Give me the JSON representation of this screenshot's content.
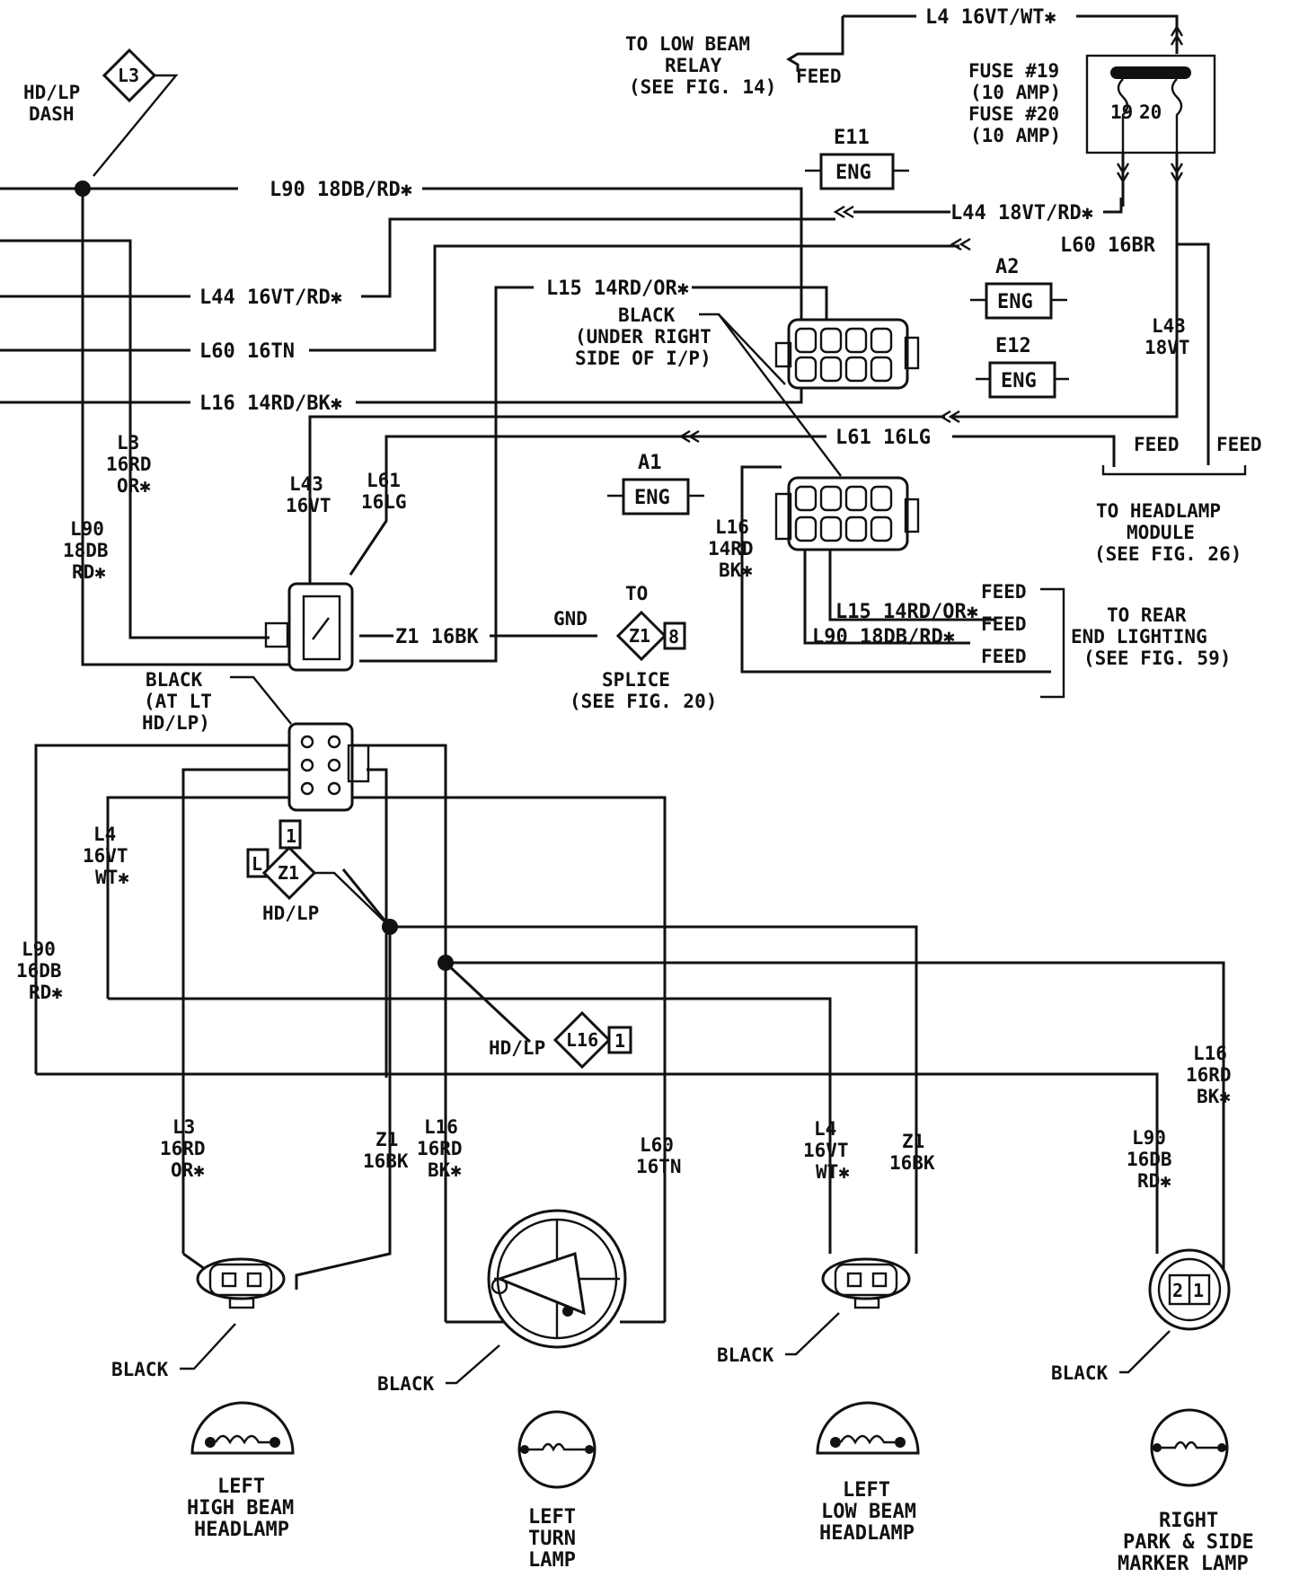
{
  "wires": {
    "l90_dash": "L90 18DB/RD✱",
    "l44_dash": "L44 16VT/RD✱",
    "l60_dash": "L60 16TN",
    "l16_dash": "L16 14RD/BK✱",
    "l15_top": "L15 14RD/OR✱",
    "l4_top": "L4 16VT/WT✱",
    "l44_right": "L44 18VT/RD✱",
    "l60_right": "L60 16BR",
    "l61_mid": "L61 16LG",
    "z1_mid": "Z1 16BK",
    "l15_lower": "L15 14RD/OR✱",
    "l90_lower": "L90 18DB/RD✱"
  },
  "labels": {
    "hdlp_dash": [
      "HD/LP",
      "DASH"
    ],
    "to_low_beam_relay": [
      "TO LOW BEAM",
      "RELAY",
      "(SEE FIG. 14)"
    ],
    "feed": "FEED",
    "fuses": [
      "FUSE #19",
      "(10 AMP)",
      "FUSE #20",
      "(10 AMP)"
    ],
    "fuse_19": "19",
    "fuse_20": "20",
    "black_under_ip": [
      "BLACK",
      "(UNDER RIGHT",
      "SIDE OF I/P)"
    ],
    "l43_18vt": [
      "L43",
      "18VT"
    ],
    "to_headlamp_module": [
      "TO HEADLAMP",
      "MODULE",
      "(SEE FIG. 26)"
    ],
    "to_rear_end_lighting": [
      "TO REAR",
      "END LIGHTING",
      "(SEE FIG. 59)"
    ],
    "l3_16rd_or_upper": [
      "L3",
      "16RD",
      "OR✱"
    ],
    "l90_18db_rd": [
      "L90",
      "18DB",
      "RD✱"
    ],
    "l43_16vt": [
      "L43",
      "16VT"
    ],
    "l61_16lg": [
      "L61",
      "16LG"
    ],
    "l16_14rd_bk": [
      "L16",
      "14RD",
      "BK✱"
    ],
    "gnd": "GND",
    "to": "TO",
    "splice": [
      "SPLICE",
      "(SEE FIG. 20)"
    ],
    "black_at_lt_hdlp": [
      "BLACK",
      "(AT LT",
      "HD/LP)"
    ],
    "l4_16vt_wt_left": [
      "L4",
      "16VT",
      "WT✱"
    ],
    "l90_16db_rd_left": [
      "L90",
      "16DB",
      "RD✱"
    ],
    "hdlp_z1": "HD/LP",
    "hdlp_l16": "HD/LP",
    "l16_16rd_bk_right": [
      "L16",
      "16RD",
      "BK✱"
    ],
    "l3_16rd_or_lower": [
      "L3",
      "16RD",
      "OR✱"
    ],
    "z1_16bk_left": [
      "Z1",
      "16BK"
    ],
    "l16_16rd_bk_center": [
      "L16",
      "16RD",
      "BK✱"
    ],
    "l60_16tn_lower": [
      "L60",
      "16TN"
    ],
    "l4_16vt_wt_right": [
      "L4",
      "16VT",
      "WT✱"
    ],
    "z1_16bk_right": [
      "Z1",
      "16BK"
    ],
    "l90_16db_rd_right": [
      "L90",
      "16DB",
      "RD✱"
    ]
  },
  "components": {
    "eng": "ENG",
    "e11": "E11",
    "a2": "A2",
    "e12": "E12",
    "a1": "A1",
    "splice_l3": "L3",
    "splice_z1": "Z1",
    "splice_z1_lower": "Z1",
    "splice_z1_lower_side": "L",
    "splice_z1_lower_top": "1",
    "splice_l16": "L16",
    "splice_l16_side": "1",
    "splice_gnd_side": "8",
    "marker_pin_2": "2",
    "marker_pin_1": "1"
  },
  "connectors": {
    "black": "BLACK"
  },
  "lamps": {
    "left_high_beam": [
      "LEFT",
      "HIGH BEAM",
      "HEADLAMP"
    ],
    "left_turn": [
      "LEFT",
      "TURN",
      "LAMP"
    ],
    "left_low_beam": [
      "LEFT",
      "LOW BEAM",
      "HEADLAMP"
    ],
    "right_park_marker": [
      "RIGHT",
      "PARK & SIDE",
      "MARKER LAMP"
    ]
  }
}
